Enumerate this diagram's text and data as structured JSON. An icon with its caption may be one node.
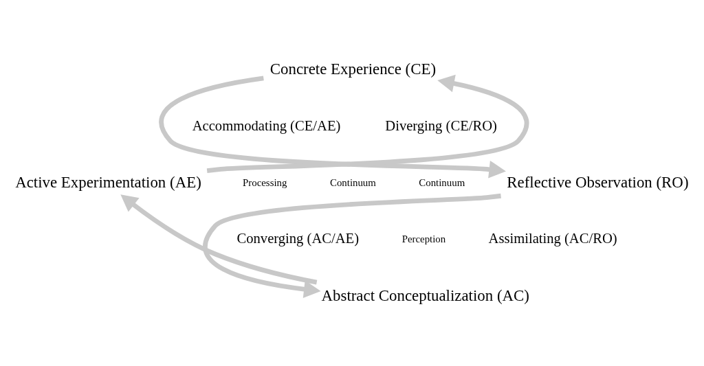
{
  "diagram": {
    "nodes": [
      {
        "text": [
          "Concrete Experience (CE)"
        ]
      },
      {
        "text": [
          "Reflective Observation (RO)"
        ]
      },
      {
        "text": [
          "Abstract Conceptualization (AC)"
        ]
      },
      {
        "text": [
          "Active Experimentation (AE)"
        ]
      },
      {
        "text": [
          "Accommodating (CE/AE)"
        ]
      },
      {
        "text": [
          "Diverging (CE/RO)"
        ]
      },
      {
        "text": [
          "Converging (AC/AE)"
        ]
      },
      {
        "text": [
          "Assimilating (AC/RO)"
        ]
      }
    ],
    "edges": [
      {
        "from": 0,
        "to": 1,
        "arrow": "to"
      },
      {
        "from": 1,
        "to": 2,
        "arrow": "to"
      },
      {
        "from": 2,
        "to": 3,
        "arrow": "to"
      },
      {
        "from": 3,
        "to": 0,
        "arrow": "to"
      }
    ],
    "labels": [
      "Continuum",
      "Processing",
      "Continuum",
      "Perception"
    ]
  }
}
